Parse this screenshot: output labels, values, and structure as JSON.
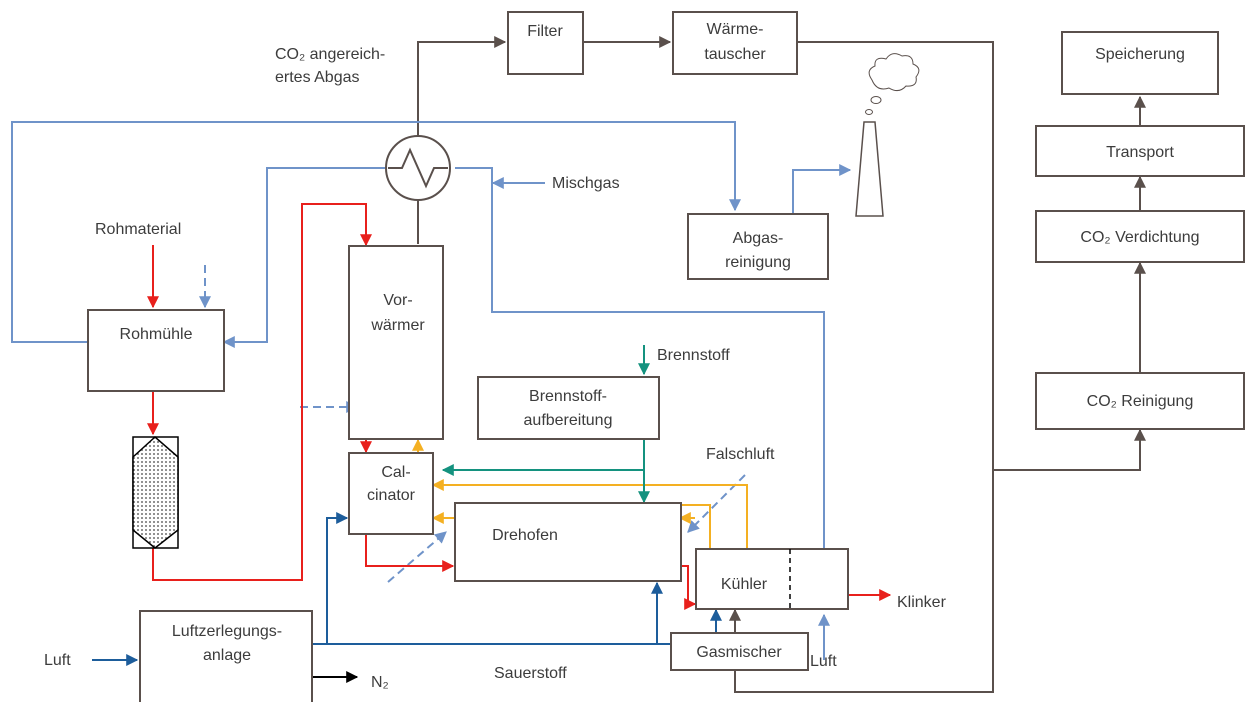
{
  "boxes": {
    "filter": "Filter",
    "waermetauscher_1": "Wärme-",
    "waermetauscher_2": "tauscher",
    "speicherung": "Speicherung",
    "transport": "Transport",
    "verdichtung": "CO₂ Verdichtung",
    "reinigung": "CO₂ Reinigung",
    "abgasreinigung_1": "Abgas-",
    "abgasreinigung_2": "reinigung",
    "rohmuehle": "Rohmühle",
    "vorwaermer_1": "Vor-",
    "vorwaermer_2": "wärmer",
    "brennstoffaufbereitung_1": "Brennstoff-",
    "brennstoffaufbereitung_2": "aufbereitung",
    "calcinator_1": "Cal-",
    "calcinator_2": "cinator",
    "drehofen": "Drehofen",
    "kuehler": "Kühler",
    "gasmischer": "Gasmischer",
    "luftzerlegung_1": "Luftzerlegungs-",
    "luftzerlegung_2": "anlage"
  },
  "labels": {
    "co2_abgas_1": "CO₂ angereich-",
    "co2_abgas_2": "ertes Abgas",
    "mischgas": "Mischgas",
    "rohmaterial": "Rohmaterial",
    "brennstoff": "Brennstoff",
    "falschluft": "Falschluft",
    "klinker": "Klinker",
    "luft_left": "Luft",
    "luft_bottom": "Luft",
    "sauerstoff": "Sauerstoff",
    "n2": "N₂"
  },
  "colors": {
    "gas_line": "#5a504c",
    "air_line": "#6f93c9",
    "material_line": "#e8201c",
    "hot_gas_line": "#f4b022",
    "fuel_line": "#14927f",
    "oxygen_line": "#1d5d9b"
  },
  "icons": [
    "heat-exchanger-icon",
    "chimney-icon",
    "smoke-cloud-icon",
    "silo-icon"
  ]
}
